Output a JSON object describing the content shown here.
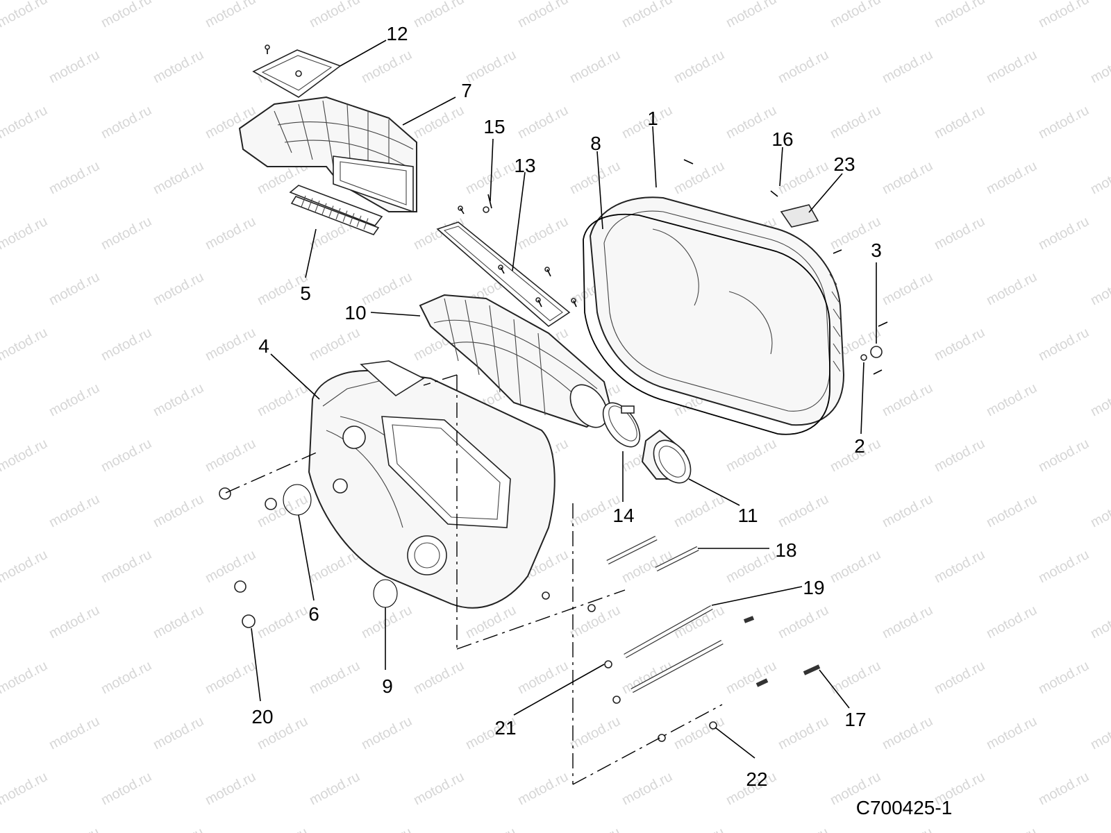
{
  "watermark": "motod.ru",
  "reference_code": "C700425-1",
  "callouts": [
    {
      "id": "1",
      "label": "1"
    },
    {
      "id": "2",
      "label": "2"
    },
    {
      "id": "3",
      "label": "3"
    },
    {
      "id": "4",
      "label": "4"
    },
    {
      "id": "5",
      "label": "5"
    },
    {
      "id": "6",
      "label": "6"
    },
    {
      "id": "7",
      "label": "7"
    },
    {
      "id": "8",
      "label": "8"
    },
    {
      "id": "9",
      "label": "9"
    },
    {
      "id": "10",
      "label": "10"
    },
    {
      "id": "11",
      "label": "11"
    },
    {
      "id": "12",
      "label": "12"
    },
    {
      "id": "13",
      "label": "13"
    },
    {
      "id": "14",
      "label": "14"
    },
    {
      "id": "15",
      "label": "15"
    },
    {
      "id": "16",
      "label": "16"
    },
    {
      "id": "17",
      "label": "17"
    },
    {
      "id": "18",
      "label": "18"
    },
    {
      "id": "19",
      "label": "19"
    },
    {
      "id": "20",
      "label": "20"
    },
    {
      "id": "21",
      "label": "21"
    },
    {
      "id": "22",
      "label": "22"
    },
    {
      "id": "23",
      "label": "23"
    }
  ]
}
